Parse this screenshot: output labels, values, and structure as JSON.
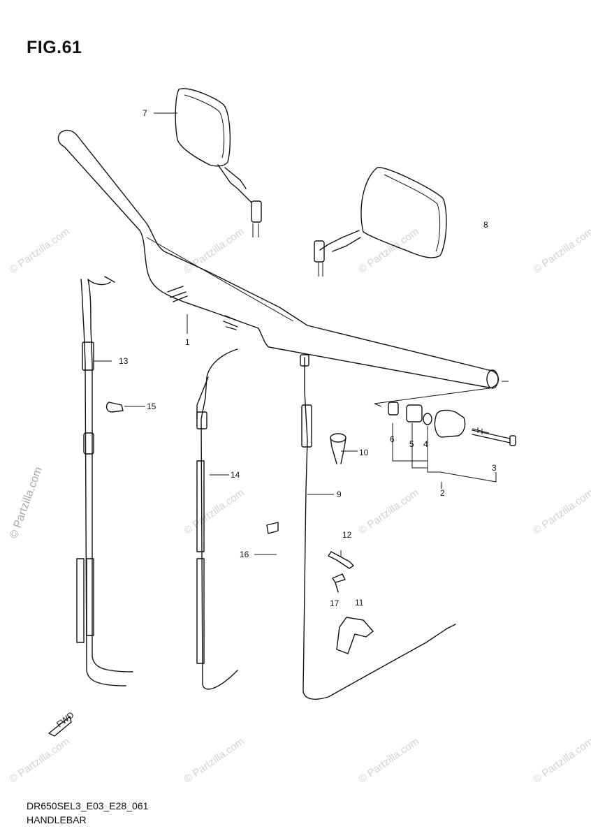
{
  "figure": {
    "title": "FIG.61",
    "code": "DR650SEL3_E03_E28_061",
    "caption": "HANDLEBAR",
    "front_marker": "FWD"
  },
  "watermark": {
    "text": "© Partzilla.com",
    "side_text": "© Partzilla.com"
  },
  "callouts": [
    {
      "id": "c1",
      "label": "1"
    },
    {
      "id": "c2",
      "label": "2"
    },
    {
      "id": "c3",
      "label": "3"
    },
    {
      "id": "c4",
      "label": "4"
    },
    {
      "id": "c5",
      "label": "5"
    },
    {
      "id": "c6",
      "label": "6"
    },
    {
      "id": "c7",
      "label": "7"
    },
    {
      "id": "c8",
      "label": "8"
    },
    {
      "id": "c9",
      "label": "9"
    },
    {
      "id": "c10",
      "label": "10"
    },
    {
      "id": "c11",
      "label": "11"
    },
    {
      "id": "c12",
      "label": "12"
    },
    {
      "id": "c13",
      "label": "13"
    },
    {
      "id": "c14",
      "label": "14"
    },
    {
      "id": "c15",
      "label": "15"
    },
    {
      "id": "c16",
      "label": "16"
    },
    {
      "id": "c17",
      "label": "17"
    }
  ]
}
